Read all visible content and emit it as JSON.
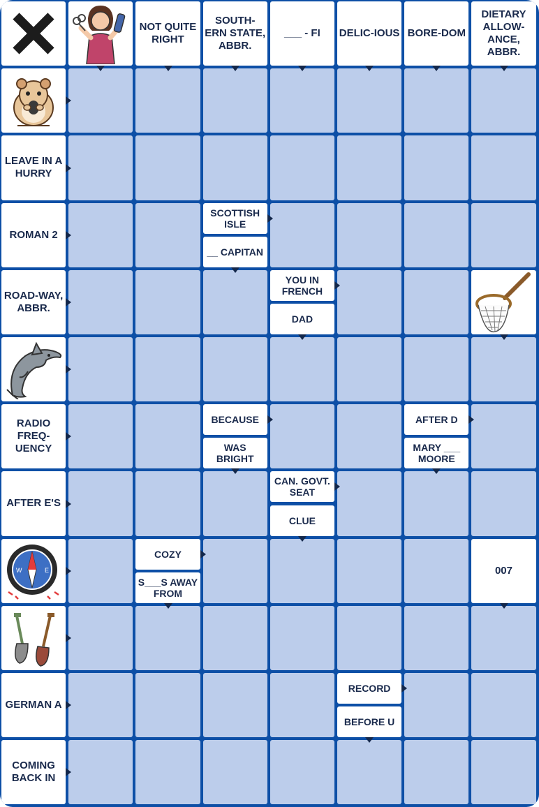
{
  "board": {
    "cols": 8,
    "rows": 12,
    "clues": [
      {
        "id": "c1",
        "col": 2,
        "row": 0,
        "text": "NOT QUITE RIGHT",
        "arrow": "down"
      },
      {
        "id": "c2",
        "col": 3,
        "row": 0,
        "text": "SOUTH-ERN STATE, ABBR.",
        "arrow": "down"
      },
      {
        "id": "c3",
        "col": 4,
        "row": 0,
        "text": "___ - FI",
        "arrow": "down"
      },
      {
        "id": "c4",
        "col": 5,
        "row": 0,
        "text": "DELIC-IOUS",
        "arrow": "down"
      },
      {
        "id": "c5",
        "col": 6,
        "row": 0,
        "text": "BORE-DOM",
        "arrow": "down"
      },
      {
        "id": "c6",
        "col": 7,
        "row": 0,
        "text": "DIETARY ALLOW-ANCE, ABBR.",
        "arrow": "down"
      },
      {
        "id": "c7",
        "col": 0,
        "row": 2,
        "text": "LEAVE IN A HURRY",
        "arrow": "right"
      },
      {
        "id": "c8",
        "col": 0,
        "row": 3,
        "text": "ROMAN 2",
        "arrow": "right"
      },
      {
        "id": "c9",
        "col": 3,
        "row": 3,
        "half": "top",
        "text": "SCOTTISH ISLE",
        "arrow": "right"
      },
      {
        "id": "c10",
        "col": 3,
        "row": 3,
        "half": "bottom",
        "text": "__ CAPITAN",
        "arrow": "down"
      },
      {
        "id": "c11",
        "col": 0,
        "row": 4,
        "text": "ROAD-WAY, ABBR.",
        "arrow": "right"
      },
      {
        "id": "c12",
        "col": 4,
        "row": 4,
        "half": "top",
        "text": "YOU IN FRENCH",
        "arrow": "right"
      },
      {
        "id": "c13",
        "col": 4,
        "row": 4,
        "half": "bottom",
        "text": "DAD",
        "arrow": "down"
      },
      {
        "id": "c14",
        "col": 0,
        "row": 6,
        "text": "RADIO FREQ-UENCY",
        "arrow": "right"
      },
      {
        "id": "c15",
        "col": 3,
        "row": 6,
        "half": "top",
        "text": "BECAUSE",
        "arrow": "right"
      },
      {
        "id": "c16",
        "col": 3,
        "row": 6,
        "half": "bottom",
        "text": "WAS BRIGHT",
        "arrow": "down"
      },
      {
        "id": "c17",
        "col": 6,
        "row": 6,
        "half": "top",
        "text": "AFTER D",
        "arrow": "right"
      },
      {
        "id": "c18",
        "col": 6,
        "row": 6,
        "half": "bottom",
        "text": "MARY ___ MOORE",
        "arrow": "down"
      },
      {
        "id": "c19",
        "col": 0,
        "row": 7,
        "text": "AFTER E'S",
        "arrow": "right"
      },
      {
        "id": "c20",
        "col": 4,
        "row": 7,
        "half": "top",
        "text": "CAN. GOVT. SEAT",
        "arrow": "right"
      },
      {
        "id": "c21",
        "col": 4,
        "row": 7,
        "half": "bottom",
        "text": "CLUE",
        "arrow": "down"
      },
      {
        "id": "c22",
        "col": 2,
        "row": 8,
        "half": "top",
        "text": "COZY",
        "arrow": "right"
      },
      {
        "id": "c23",
        "col": 2,
        "row": 8,
        "half": "bottom",
        "text": "S___S AWAY FROM",
        "arrow": "down"
      },
      {
        "id": "c24",
        "col": 7,
        "row": 8,
        "text": "007",
        "arrow": "down"
      },
      {
        "id": "c25",
        "col": 0,
        "row": 10,
        "text": "GERMAN A",
        "arrow": "right"
      },
      {
        "id": "c26",
        "col": 5,
        "row": 10,
        "half": "top",
        "text": "RECORD",
        "arrow": "right"
      },
      {
        "id": "c27",
        "col": 5,
        "row": 10,
        "half": "bottom",
        "text": "BEFORE U",
        "arrow": "down"
      },
      {
        "id": "c28",
        "col": 0,
        "row": 11,
        "text": "COMING BACK IN",
        "arrow": "right"
      }
    ],
    "images": [
      {
        "id": "i0",
        "col": 0,
        "row": 0,
        "icon": "close-x-icon",
        "arrow": "none"
      },
      {
        "id": "i1",
        "col": 1,
        "row": 0,
        "icon": "woman-with-scissors-and-comb-icon",
        "arrow": "down"
      },
      {
        "id": "i2",
        "col": 0,
        "row": 1,
        "icon": "hamster-icon",
        "arrow": "right"
      },
      {
        "id": "i3",
        "col": 7,
        "row": 4,
        "icon": "butterfly-net-icon",
        "arrow": "down"
      },
      {
        "id": "i4",
        "col": 0,
        "row": 5,
        "icon": "dolphin-icon",
        "arrow": "right"
      },
      {
        "id": "i5",
        "col": 0,
        "row": 8,
        "icon": "compass-icon",
        "arrow": "right"
      },
      {
        "id": "i6",
        "col": 0,
        "row": 9,
        "icon": "shovels-icon",
        "arrow": "right"
      }
    ],
    "colors": {
      "grid": "#0d4fa6",
      "empty": "#bccdeb",
      "clue_bg": "#ffffff",
      "text": "#1a2a4c",
      "arrow": "#14284b"
    }
  }
}
